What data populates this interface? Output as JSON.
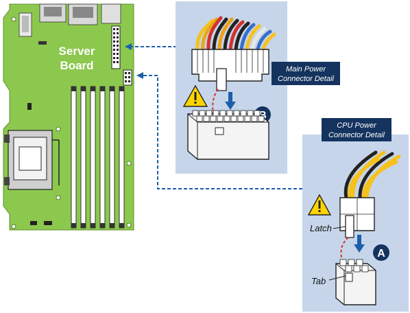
{
  "board": {
    "title_line1": "Server",
    "title_line2": "Board"
  },
  "main_power": {
    "caption_line1": "Main Power",
    "caption_line2": "Connector Detail",
    "step_badge": "B"
  },
  "cpu_power": {
    "caption_line1": "CPU Power",
    "caption_line2": "Connector Detail",
    "step_badge": "A",
    "latch_label": "Latch",
    "tab_label": "Tab"
  },
  "colors": {
    "board_green": "#8cc84e",
    "panel_blue": "#c6d5ea",
    "callout_navy": "#14335e",
    "leader_blue": "#1a5fa8",
    "warning_yellow": "#ffd400"
  },
  "icons": [
    "warning-icon",
    "down-arrow-icon",
    "latch-release-arrow-icon"
  ]
}
